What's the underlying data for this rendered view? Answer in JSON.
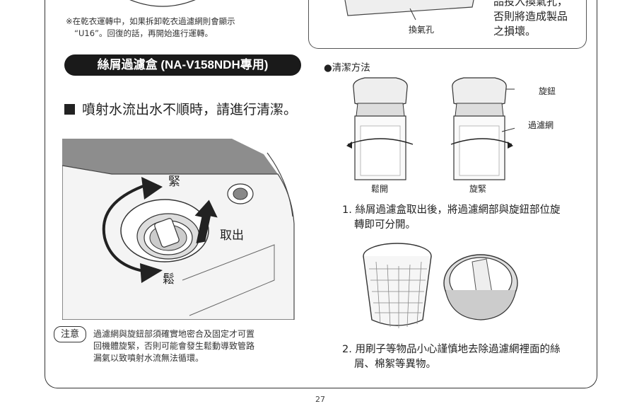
{
  "top_note": [
    "※在乾衣運轉中，如果拆卸乾衣過濾網則會顯示",
    "“U16”。回復的話，再開始進行運轉。"
  ],
  "top_right_text": [
    "品投入換氣孔，",
    "否則將造成製品",
    "之損壞。"
  ],
  "top_image_label": "換氣孔",
  "section_title": "絲屑過濾盒 (NA-V158NDH專用)",
  "heading": "噴射水流出水不順時，請進行清潔。",
  "machine_labels": {
    "tighten": "緊",
    "loosen": "鬆",
    "remove": "取出"
  },
  "note": {
    "tag": "注意",
    "lines": [
      "過濾網與旋鈕部須確實地密合及固定才可置",
      "回機體旋緊，否則可能會發生鬆動導致管路",
      "漏氣以致噴射水流無法循環。"
    ]
  },
  "cleaning_title": "清潔方法",
  "filter_labels": {
    "knob": "旋鈕",
    "mesh": "過濾網",
    "loosen": "鬆開",
    "tighten": "旋緊"
  },
  "steps": [
    {
      "lines": [
        "1. 絲屑過濾盒取出後，將過濾網部與旋鈕部位旋",
        "轉即可分開。"
      ]
    },
    {
      "lines": [
        "2. 用刷子等物品小心謹慎地去除過濾網裡面的絲",
        "屑、棉絮等異物。"
      ]
    }
  ],
  "page_number": "27"
}
